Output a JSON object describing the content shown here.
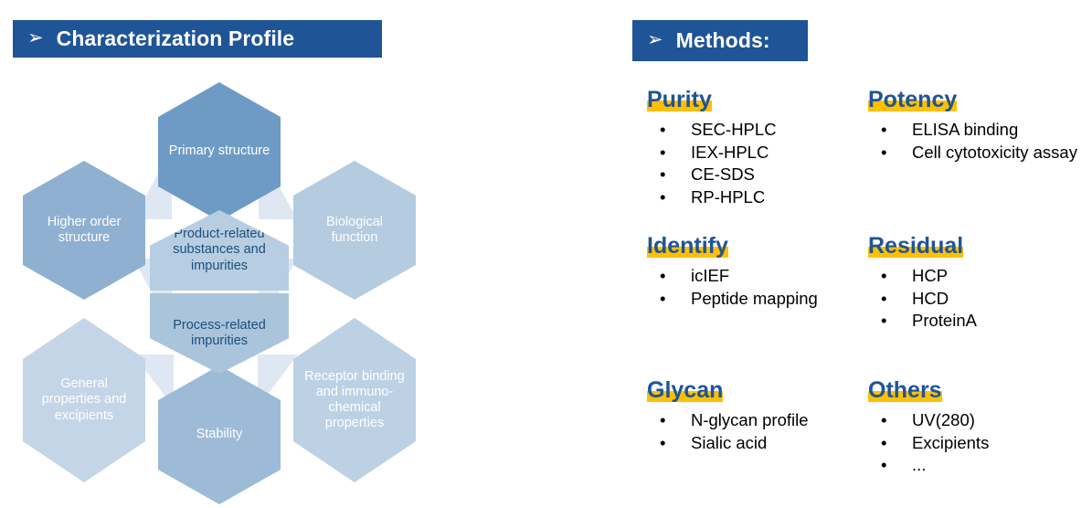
{
  "headers": {
    "characterization": {
      "arrow_icon": "➢",
      "title": "Characterization Profile"
    },
    "methods": {
      "arrow_icon": "➢",
      "title": "Methods:"
    }
  },
  "colors": {
    "header_bar": "#1f5496",
    "highlight": "#ffc000",
    "method_title": "#1f5496",
    "center_hex_text": "#1f4e79",
    "connector": "#dfe8f2"
  },
  "hex_diagram": {
    "outer": [
      {
        "label": "Primary structure",
        "color": "#6e9bc5"
      },
      {
        "label": "Biological function",
        "color": "#b4cbe0"
      },
      {
        "label": "Receptor binding and immuno-chemical properties",
        "color": "#bdd1e4"
      },
      {
        "label": "Stability",
        "color": "#9dbbd6"
      },
      {
        "label": "General properties and excipients",
        "color": "#c3d5e6"
      },
      {
        "label": "Higher order structure",
        "color": "#8fb0d0"
      }
    ],
    "center": [
      {
        "label": "Product-related substances and impurities",
        "color": "#b7cde1"
      },
      {
        "label": "Process-related impurities",
        "color": "#aac4dc"
      }
    ]
  },
  "methods": [
    {
      "title": "Purity",
      "items": [
        "SEC-HPLC",
        "IEX-HPLC",
        "CE-SDS",
        "RP-HPLC"
      ]
    },
    {
      "title": "Potency",
      "items": [
        "ELISA binding",
        "Cell cytotoxicity assay"
      ]
    },
    {
      "title": "Identify",
      "items": [
        "icIEF",
        "Peptide mapping"
      ]
    },
    {
      "title": "Residual",
      "items": [
        "HCP",
        "HCD",
        "ProteinA"
      ]
    },
    {
      "title": "Glycan",
      "items": [
        "N-glycan profile",
        "Sialic acid"
      ]
    },
    {
      "title": "Others",
      "items": [
        "UV(280)",
        "Excipients",
        "..."
      ]
    }
  ],
  "bullet_glyph": "•"
}
